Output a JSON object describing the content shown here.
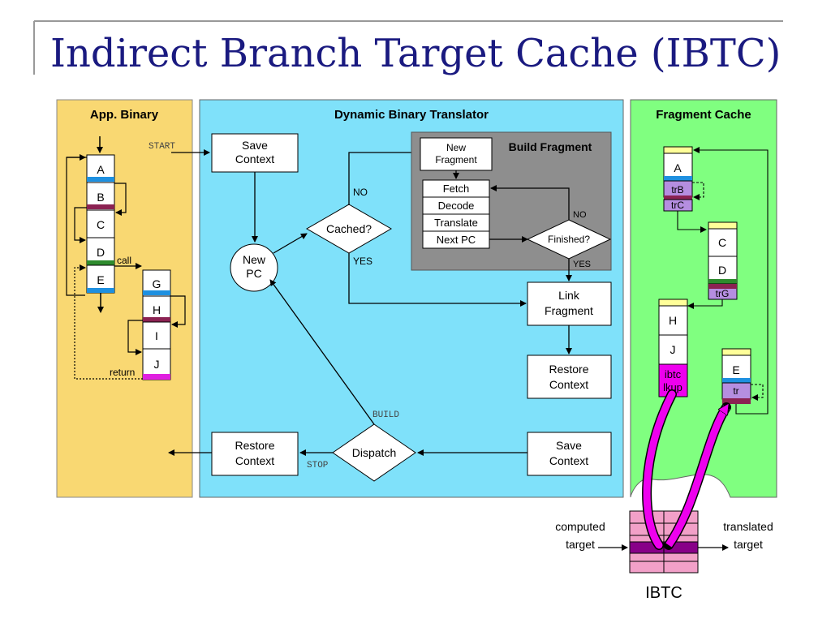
{
  "slide": {
    "title": "Indirect Branch Target Cache (IBTC)"
  },
  "app_binary": {
    "header": "App. Binary",
    "blocks": [
      "A",
      "B",
      "C",
      "D",
      "E"
    ],
    "target_blocks": [
      "G",
      "H",
      "I",
      "J"
    ],
    "call_label": "call",
    "return_label": "return"
  },
  "translator": {
    "header": "Dynamic Binary Translator",
    "start_label": "START",
    "save_context_top": "Save\nContext",
    "new_pc": "New\nPC",
    "cached": "Cached?",
    "no_label": "NO",
    "yes_label": "YES",
    "link_fragment": "Link\nFragment",
    "restore_context_right": "Restore\nContext",
    "save_context_bottom": "Save\nContext",
    "dispatch": "Dispatch",
    "restore_context_left": "Restore\nContext",
    "build_label": "BUILD",
    "stop_label": "STOP"
  },
  "build_fragment": {
    "header": "Build Fragment",
    "new_fragment": "New\nFragment",
    "steps": [
      "Fetch",
      "Decode",
      "Translate",
      "Next PC"
    ],
    "finished": "Finished?",
    "no_label": "NO",
    "yes_label": "YES"
  },
  "fragment_cache": {
    "header": "Fragment Cache",
    "frag1": [
      "A",
      "trB",
      "trC"
    ],
    "frag2": [
      "C",
      "D",
      "trG"
    ],
    "frag3": [
      "H",
      "J",
      "ibtc\nlkup"
    ],
    "frag4": [
      "E",
      "tr"
    ]
  },
  "ibtc": {
    "label": "IBTC",
    "computed_target": "computed\ntarget",
    "translated_target": "translated\ntarget"
  },
  "colors": {
    "app_binary_bg": "#f9d872",
    "translator_bg": "#7fe1fa",
    "cache_bg": "#80ff80",
    "build_fragment_bg": "#8e8e8e",
    "arrow_magenta": "#ee00ee",
    "ibtc_row": "#f2a0c8",
    "ibtc_highlight": "#880088"
  }
}
